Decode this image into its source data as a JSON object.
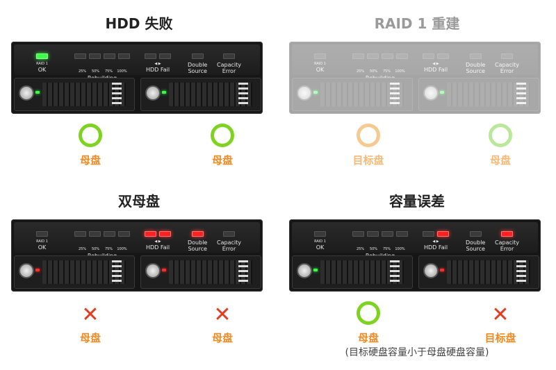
{
  "quadrants": [
    {
      "title": "HDD 失败",
      "left_status": "ok",
      "right_status": "ok",
      "left_caption": "母盘",
      "right_caption": "母盘",
      "bay_leds": [
        "green",
        "green"
      ],
      "panel_leds": {
        "raid": "green",
        "pct": [
          "off",
          "off",
          "off",
          "off"
        ],
        "fail": [
          "off",
          "off"
        ],
        "double": "off",
        "capacity": "off"
      }
    },
    {
      "title": "RAID 1 重建",
      "left_status": "ok-pale-orange",
      "right_status": "ok-pale-green",
      "left_caption": "目标盘",
      "right_caption": "母盘",
      "bay_leds": [
        "green",
        "green"
      ],
      "panel_leds": {
        "raid": "off",
        "pct": [
          "off",
          "off",
          "off",
          "off"
        ],
        "fail": [
          "off",
          "off"
        ],
        "double": "off",
        "capacity": "off"
      }
    },
    {
      "title": "双母盘",
      "left_status": "fail",
      "right_status": "fail",
      "left_caption": "母盘",
      "right_caption": "母盘",
      "bay_leds": [
        "red",
        "red"
      ],
      "panel_leds": {
        "raid": "off",
        "pct": [
          "off",
          "off",
          "off",
          "off"
        ],
        "fail": [
          "red",
          "red"
        ],
        "double": "red",
        "capacity": "off"
      }
    },
    {
      "title": "容量误差",
      "left_status": "ok",
      "right_status": "fail",
      "left_caption": "母盘",
      "right_caption": "目标盘",
      "bay_leds": [
        "green",
        "red"
      ],
      "panel_leds": {
        "raid": "off",
        "pct": [
          "off",
          "off",
          "off",
          "off"
        ],
        "fail": [
          "off",
          "red"
        ],
        "double": "off",
        "capacity": "red"
      }
    }
  ],
  "panel_labels": {
    "raid_small": "RAID 1",
    "raid": "OK",
    "pct": [
      "25%",
      "50%",
      "75%",
      "100%"
    ],
    "rebuilding": "Rebuilding",
    "arrows": "◀   ▶",
    "hdd_fail": "HDD Fail",
    "double": "Double",
    "source": "Source",
    "capacity": "Capacity",
    "error": "Error"
  },
  "note": "(目标硬盘容量小于母盘硬盘容量)",
  "colors": {
    "ok_ring": "#7ed321",
    "fail_cross": "#e53a1e",
    "caption": "#f08a24"
  }
}
